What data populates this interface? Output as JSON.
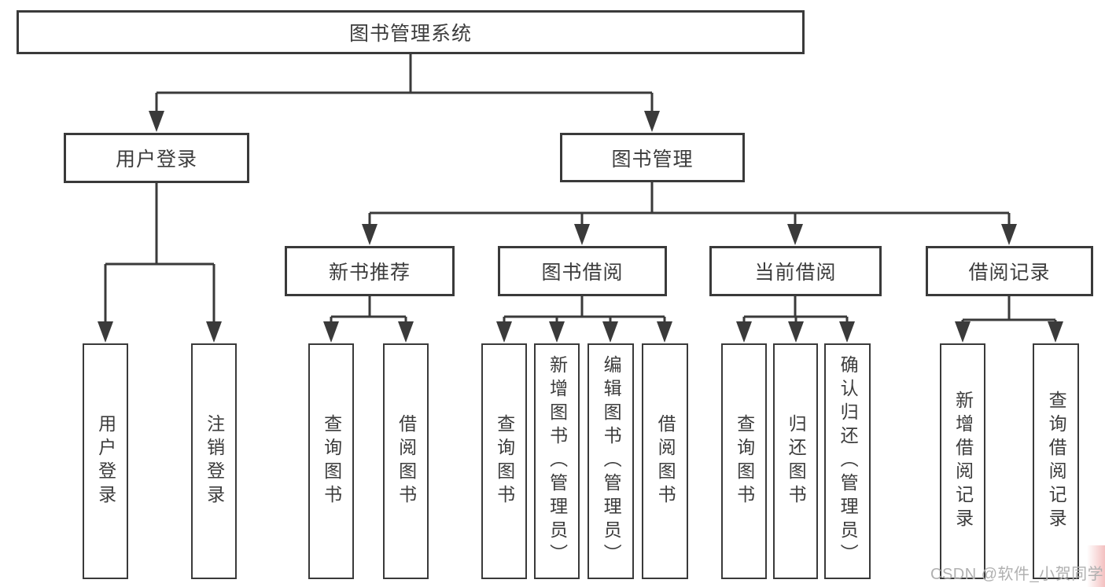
{
  "tree": {
    "label": "图书管理系统",
    "children": [
      {
        "label": "用户登录",
        "children": [
          {
            "label": "用户登录"
          },
          {
            "label": "注销登录"
          }
        ]
      },
      {
        "label": "图书管理",
        "children": [
          {
            "label": "新书推荐",
            "children": [
              {
                "label": "查询图书"
              },
              {
                "label": "借阅图书"
              }
            ]
          },
          {
            "label": "图书借阅",
            "children": [
              {
                "label": "查询图书"
              },
              {
                "label": "新增图书（管理员）"
              },
              {
                "label": "编辑图书（管理员）"
              },
              {
                "label": "借阅图书"
              }
            ]
          },
          {
            "label": "当前借阅",
            "children": [
              {
                "label": "查询图书"
              },
              {
                "label": "归还图书"
              },
              {
                "label": "确认归还（管理员）"
              }
            ]
          },
          {
            "label": "借阅记录",
            "children": [
              {
                "label": "新增借阅记录"
              },
              {
                "label": "查询借阅记录"
              }
            ]
          }
        ]
      }
    ]
  },
  "watermark": {
    "text": "CSDN @软件_小贺同学"
  },
  "colors": {
    "line": "#3a3a3a",
    "text": "#3c3c3c",
    "background": "#ffffff",
    "watermark_text": "#b0b0b0",
    "corner_tint": "#f0b0b0"
  }
}
